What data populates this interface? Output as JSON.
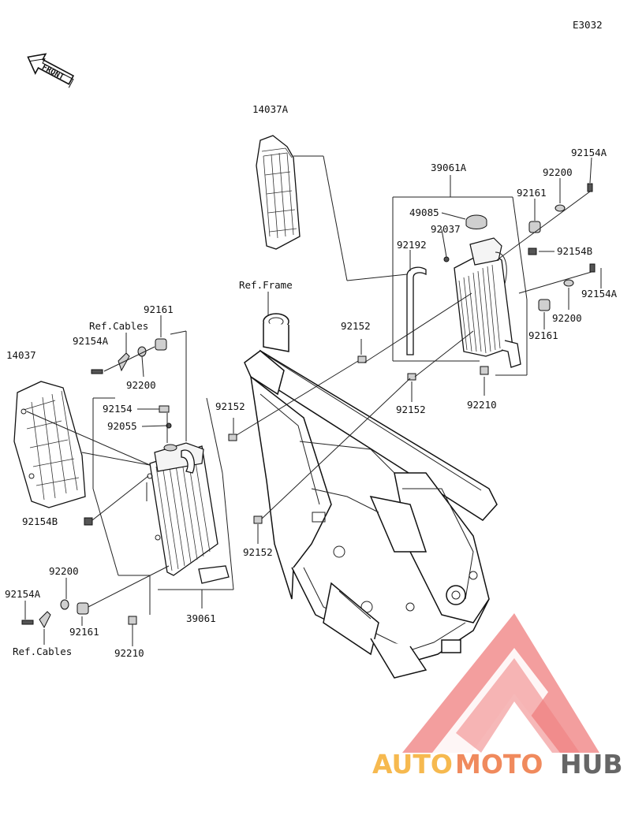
{
  "diagram_code": "E3032",
  "direction_label": "FRONT",
  "watermark": {
    "part1": "AUTO",
    "part2": "MOTO",
    "part3": "HUB",
    "color_light": "#f6b94f",
    "color_mid": "#f08a5d",
    "color_dark": "#666666",
    "logo_color": "#ef7d7d"
  },
  "labels": {
    "grille_right": "14037A",
    "radiator_right": "39061A",
    "cap": "49085",
    "gasket_right": "92037",
    "hose_right": "92192",
    "bolt_r_top": "92154A",
    "washer_r_top": "92200",
    "grommet_r_top": "92161",
    "bolt_r_mid": "92154B",
    "bolt_r_low": "92154A",
    "washer_r_low": "92200",
    "grommet_r_low": "92161",
    "clip_r_a": "92152",
    "clip_r_b": "92152",
    "drain_r": "92210",
    "ref_frame": "Ref.Frame",
    "grille_left": "14037",
    "ref_cables_top": "Ref.Cables",
    "grommet_l_top": "92161",
    "bolt_l_top": "92154A",
    "washer_l_top": "92200",
    "plug_l": "92154",
    "gasket_l": "92055",
    "clip_l_a": "92152",
    "bolt_l_mid": "92154B",
    "clip_l_b": "92152",
    "washer_l_low": "92200",
    "bolt_l_low": "92154A",
    "grommet_l_low": "92161",
    "ref_cables_bottom": "Ref.Cables",
    "drain_l": "92210",
    "radiator_left": "39061"
  }
}
